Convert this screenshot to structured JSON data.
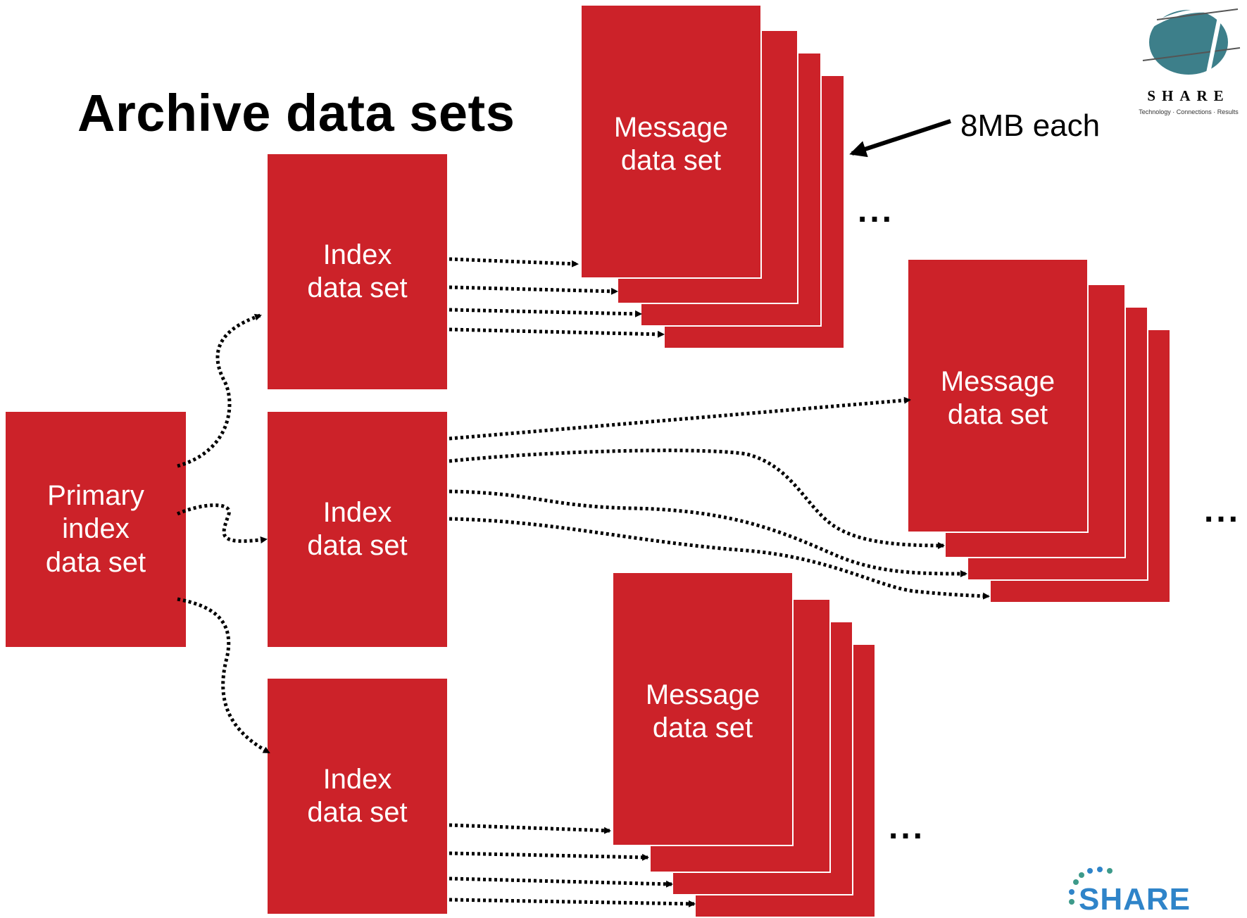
{
  "title": "Archive data sets",
  "primary_box": {
    "label": "Primary\nindex\ndata set"
  },
  "index_boxes": [
    {
      "label": "Index\ndata set"
    },
    {
      "label": "Index\ndata set"
    },
    {
      "label": "Index\ndata set"
    }
  ],
  "message_stacks": [
    {
      "label": "Message\ndata set"
    },
    {
      "label": "Message\ndata set"
    },
    {
      "label": "Message\ndata set"
    }
  ],
  "ellipsis": "...",
  "callout": {
    "text": "8MB each"
  },
  "logo_top": {
    "word": "SHARE",
    "tagline": "Technology · Connections · Results"
  },
  "logo_bottom": {
    "word": "SHARE"
  },
  "colors": {
    "box_red": "#cc2229",
    "arrow": "#000000",
    "logo_blue": "#2f84c9",
    "logo_teal": "#3d7f8a"
  }
}
